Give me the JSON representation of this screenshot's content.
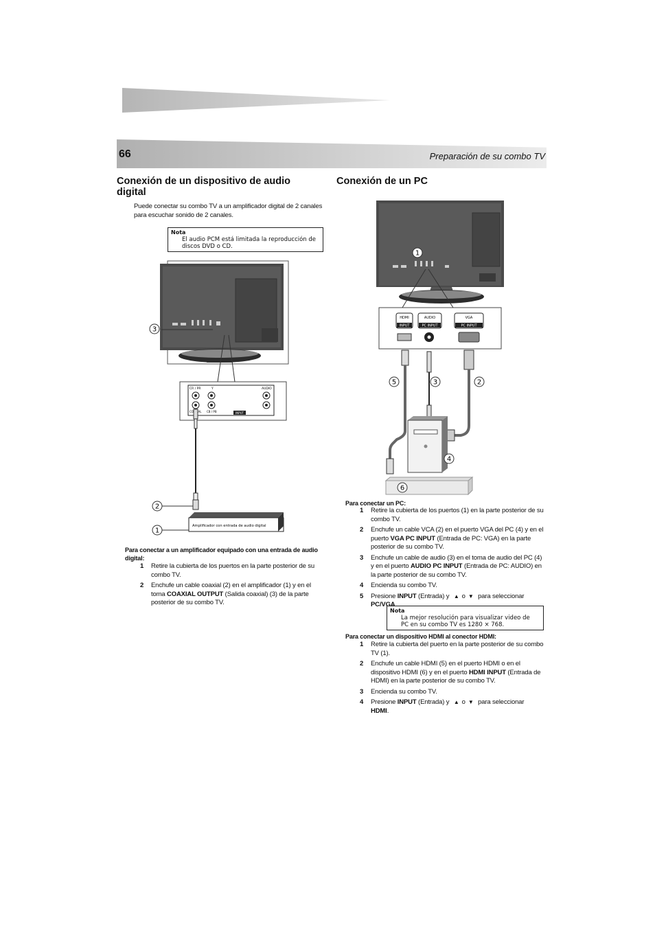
{
  "header": {
    "page_number": "66",
    "section_title": "Preparación de su combo TV"
  },
  "left": {
    "heading": "Conexión de un dispositivo de audio digital",
    "intro": "Puede conectar su combo TV a un amplificador digital de 2 canales para escuchar sonido de 2 canales.",
    "note": {
      "label": "Nota",
      "text": "El audio PCM está limitada la reproducción de discos DVD o CD."
    },
    "diagram": {
      "callout_tv": "3",
      "callout_cable": "2",
      "callout_amp": "1",
      "amp_label": "Amplificador con entrada de audio digital",
      "panel_labels": {
        "cr_pr": "CR / PR",
        "y": "Y",
        "audio": "AUDIO",
        "coaxial": "COAXIAL",
        "cb_pb": "CB / PB",
        "input": "INPUT"
      }
    },
    "procedure_title": "Para conectar a un amplificador equipado con una entrada de audio digital:",
    "steps": [
      {
        "num": "1",
        "pre": "Retire la cubierta de los puertos en la parte posterior de su combo TV.",
        "bold": "",
        "post": ""
      },
      {
        "num": "2",
        "pre": "Enchufe un cable coaxial (2) en el amplificador (1) y en el toma ",
        "bold": "COAXIAL OUTPUT",
        "post": " (Salida coaxial) (3) de la parte posterior de su combo TV."
      }
    ]
  },
  "right": {
    "heading": "Conexión de un PC",
    "diagram": {
      "callouts": [
        "1",
        "5",
        "3",
        "2",
        "4",
        "6"
      ],
      "ports": {
        "hdmi": "HDMI",
        "input": "INPUT",
        "audio": "AUDIO",
        "pc_input_audio": "PC INPUT",
        "vga": "VGA",
        "pc_input_vga": "PC INPUT"
      }
    },
    "pc_procedure_title": "Para conectar un PC:",
    "pc_steps": {
      "s1": "Retire la cubierta de los puertos (1) en la parte posterior de su combo TV.",
      "s2_pre": "Enchufe un cable VCA (2) en el puerto VGA del PC (4) y en el puerto ",
      "s2_bold": "VGA PC INPUT",
      "s2_post": " (Entrada de PC: VGA) en la parte posterior de su combo TV.",
      "s3_pre": "Enchufe un cable de audio (3) en el toma de audio del PC (4) y en el puerto ",
      "s3_bold": "AUDIO PC INPUT",
      "s3_post": " (Entrada de PC: AUDIO) en la parte posterior de su combo TV.",
      "s4": "Encienda su combo TV.",
      "s5_pre": "Presione ",
      "s5_bold1": "INPUT",
      "s5_mid1": " (Entrada) y ",
      "s5_or": "o",
      "s5_mid2": " para seleccionar ",
      "s5_bold2": "PC/VGA",
      "s5_end": "."
    },
    "note": {
      "label": "Nota",
      "text": "La mejor resolución para visualizar video de PC en su combo TV es 1280 × 768."
    },
    "hdmi_procedure_title": "Para conectar un dispositivo HDMI al conector HDMI:",
    "hdmi_steps": {
      "s1": "Retire la cubierta del puerto en la parte posterior de su combo TV (1).",
      "s2_pre": "Enchufe un cable HDMI (5) en el puerto HDMI o en el dispositivo HDMI (6) y en el puerto ",
      "s2_bold": "HDMI INPUT",
      "s2_post": " (Entrada de HDMI) en la parte posterior de su combo TV.",
      "s3": "Encienda su combo TV.",
      "s4_pre": "Presione ",
      "s4_bold1": "INPUT",
      "s4_mid1": " (Entrada) y ",
      "s4_or": "o",
      "s4_mid2": " para seleccionar ",
      "s4_bold2": "HDMI",
      "s4_end": "."
    }
  }
}
